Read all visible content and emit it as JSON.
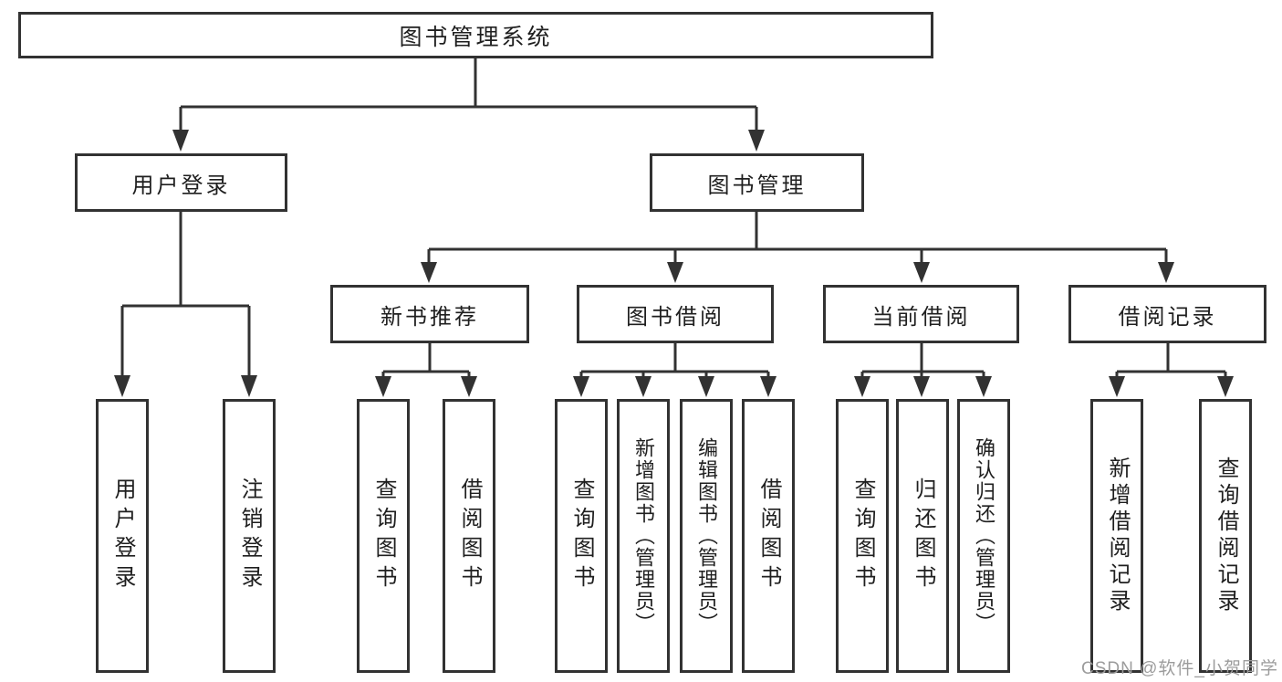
{
  "tree": {
    "root": "图书管理系统",
    "children": [
      {
        "label": "用户登录",
        "children": [
          {
            "label": "用户登录"
          },
          {
            "label": "注销登录"
          }
        ]
      },
      {
        "label": "图书管理",
        "children": [
          {
            "label": "新书推荐",
            "children": [
              {
                "label": "查询图书"
              },
              {
                "label": "借阅图书"
              }
            ]
          },
          {
            "label": "图书借阅",
            "children": [
              {
                "label": "查询图书"
              },
              {
                "label": "新增图书（管理员）"
              },
              {
                "label": "编辑图书（管理员）"
              },
              {
                "label": "借阅图书"
              }
            ]
          },
          {
            "label": "当前借阅",
            "children": [
              {
                "label": "查询图书"
              },
              {
                "label": "归还图书"
              },
              {
                "label": "确认归还（管理员）"
              }
            ]
          },
          {
            "label": "借阅记录",
            "children": [
              {
                "label": "新增借阅记录"
              },
              {
                "label": "查询借阅记录"
              }
            ]
          }
        ]
      }
    ]
  },
  "watermark": {
    "text": "CSDN @软件_小贺同学"
  },
  "colors": {
    "line": "#323232",
    "text": "#1f1f1f",
    "watermark": "#9c9c9c",
    "background": "#ffffff"
  }
}
